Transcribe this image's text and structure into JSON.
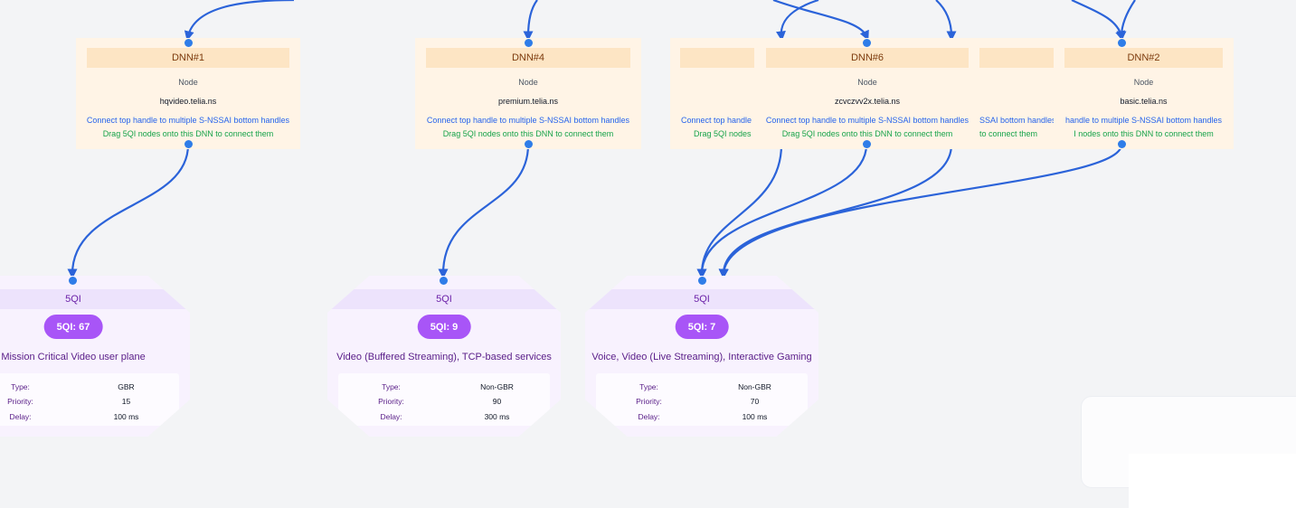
{
  "dnn_nodes": [
    {
      "id": "dnn1",
      "title": "DNN#1",
      "type": "Node",
      "ns": "hqvideo.telia.ns",
      "hint_connect": "Connect top handle to multiple S-NSSAI bottom handles",
      "hint_drag": "Drag 5QI nodes onto this DNN to connect them"
    },
    {
      "id": "dnn4",
      "title": "DNN#4",
      "type": "Node",
      "ns": "premium.telia.ns",
      "hint_connect": "Connect top handle to multiple S-NSSAI bottom handles",
      "hint_drag": "Drag 5QI nodes onto this DNN to connect them"
    },
    {
      "id": "dnn6",
      "title": "DNN#6",
      "type": "Node",
      "ns": "zcvczvv2x.telia.ns",
      "hint_connect": "Connect top handle to multiple S-NSSAI bottom handles",
      "hint_drag": "Drag 5QI nodes onto this DNN to connect them"
    },
    {
      "id": "dnn2",
      "title": "DNN#2",
      "type": "Node",
      "ns": "basic.telia.ns",
      "hint_connect": "handle to multiple S-NSSAI bottom handles",
      "hint_drag": "I nodes onto this DNN to connect them"
    }
  ],
  "dnn_partial": [
    {
      "hint_connect": "Connect top handle",
      "hint_drag": "Drag 5QI nodes"
    },
    {
      "hint_connect": "SSAI bottom handles",
      "hint_drag": "to connect them"
    }
  ],
  "qi_nodes": [
    {
      "id": "qi67",
      "band": "5QI",
      "pill": "5QI: 67",
      "desc": "Mission Critical Video user plane",
      "rows": [
        {
          "k": "Type:",
          "v": "GBR"
        },
        {
          "k": "Priority:",
          "v": "15"
        },
        {
          "k": "Delay:",
          "v": "100 ms"
        }
      ]
    },
    {
      "id": "qi9",
      "band": "5QI",
      "pill": "5QI: 9",
      "desc": "Video (Buffered Streaming), TCP-based services",
      "rows": [
        {
          "k": "Type:",
          "v": "Non-GBR"
        },
        {
          "k": "Priority:",
          "v": "90"
        },
        {
          "k": "Delay:",
          "v": "300 ms"
        }
      ]
    },
    {
      "id": "qi7",
      "band": "5QI",
      "pill": "5QI: 7",
      "desc": "Voice, Video (Live Streaming), Interactive Gaming",
      "rows": [
        {
          "k": "Type:",
          "v": "Non-GBR"
        },
        {
          "k": "Priority:",
          "v": "70"
        },
        {
          "k": "Delay:",
          "v": "100 ms"
        }
      ]
    }
  ],
  "edges": [
    {
      "from": "dnn1",
      "to": "qi67"
    },
    {
      "from": "dnn4",
      "to": "qi9"
    },
    {
      "from": "dnn6",
      "to": "qi7"
    },
    {
      "from": "dnn6-under-left",
      "to": "qi7"
    },
    {
      "from": "dnn6-under-right",
      "to": "qi7"
    },
    {
      "from": "dnn2",
      "to": "qi7"
    }
  ],
  "colors": {
    "edge": "#2b63d9",
    "handle": "#2f7de8",
    "dnn_bg": "#fff4e6",
    "qi_bg": "#f8f2fe",
    "pill": "#a855f7"
  }
}
